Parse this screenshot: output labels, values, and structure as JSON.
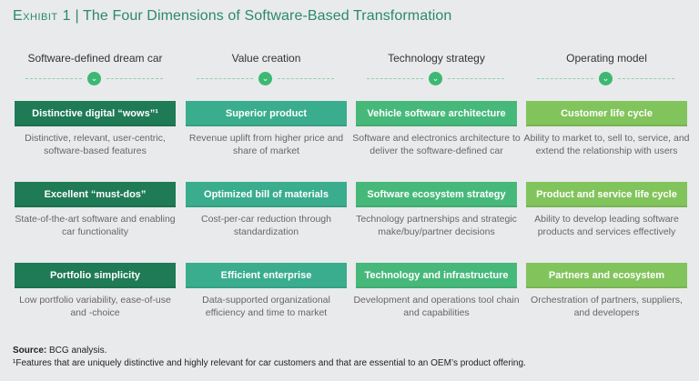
{
  "title": {
    "exhibit": "Exhibit 1",
    "sep": " | ",
    "text": "The Four Dimensions of Software-Based Transformation"
  },
  "columns": [
    {
      "header": "Software-defined dream car",
      "color": "#1f7a56",
      "items": [
        {
          "label": "Distinctive digital “wows”¹",
          "desc": "Distinctive, relevant, user-centric, software-based features"
        },
        {
          "label": "Excellent “must-dos”",
          "desc": "State-of-the-art software and enabling car functionality"
        },
        {
          "label": "Portfolio simplicity",
          "desc": "Low portfolio variability, ease-of-use and -choice"
        }
      ]
    },
    {
      "header": "Value creation",
      "color": "#3aad8e",
      "items": [
        {
          "label": "Superior product",
          "desc": "Revenue uplift from higher price and share of market"
        },
        {
          "label": "Optimized bill of materials",
          "desc": "Cost-per-car reduction through standardization"
        },
        {
          "label": "Efficient enterprise",
          "desc": "Data-supported organizational efficiency and time to market"
        }
      ]
    },
    {
      "header": "Technology strategy",
      "color": "#46b97a",
      "items": [
        {
          "label": "Vehicle software architecture",
          "desc": "Software and electronics architecture to deliver the software-defined car"
        },
        {
          "label": "Software ecosystem strategy",
          "desc": "Technology partnerships and strategic make/buy/partner decisions"
        },
        {
          "label": "Technology and infrastructure",
          "desc": "Development and operations tool chain and capabilities"
        }
      ]
    },
    {
      "header": "Operating model",
      "color": "#82c45c",
      "items": [
        {
          "label": "Customer life cycle",
          "desc": "Ability to market to, sell to, service, and extend the relationship with users"
        },
        {
          "label": "Product and service life cycle",
          "desc": "Ability to develop leading software products and services effectively"
        },
        {
          "label": "Partners and ecosystem",
          "desc": "Orchestration of partners, suppliers, and developers"
        }
      ]
    }
  ],
  "source": {
    "label": "Source:",
    "text": " BCG analysis."
  },
  "footnote": "¹Features that are uniquely distinctive and highly relevant for car customers and that are essential to an OEM’s product offering."
}
